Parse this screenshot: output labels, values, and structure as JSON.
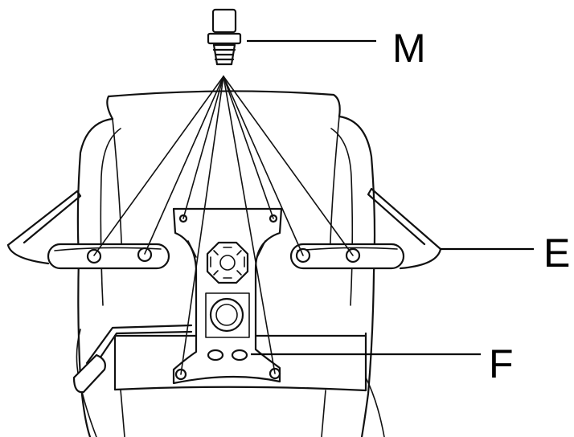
{
  "labels": {
    "screw": "M",
    "armrest": "E",
    "mechanism_plate": "F"
  },
  "icons": [
    "screw-icon",
    "chair-seat-icon",
    "armrest-icon",
    "tilt-mechanism-icon",
    "tension-handle-icon"
  ]
}
